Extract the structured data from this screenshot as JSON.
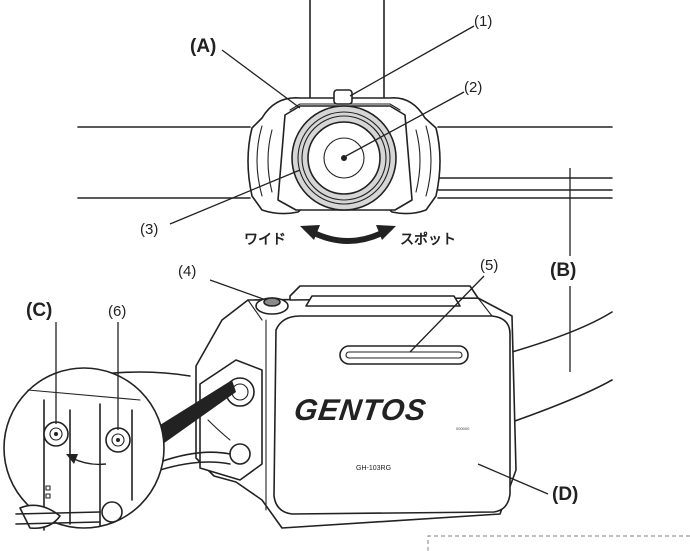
{
  "labels": {
    "A": "(A)",
    "B": "(B)",
    "C": "(C)",
    "D": "(D)",
    "n1": "(1)",
    "n2": "(2)",
    "n3": "(3)",
    "n4": "(4)",
    "n5": "(5)",
    "n6": "(6)"
  },
  "beam": {
    "wide": "ワイド",
    "spot": "スポット"
  },
  "device": {
    "brand": "GENTOS",
    "serial": "000000",
    "model": "GH-103RG"
  }
}
